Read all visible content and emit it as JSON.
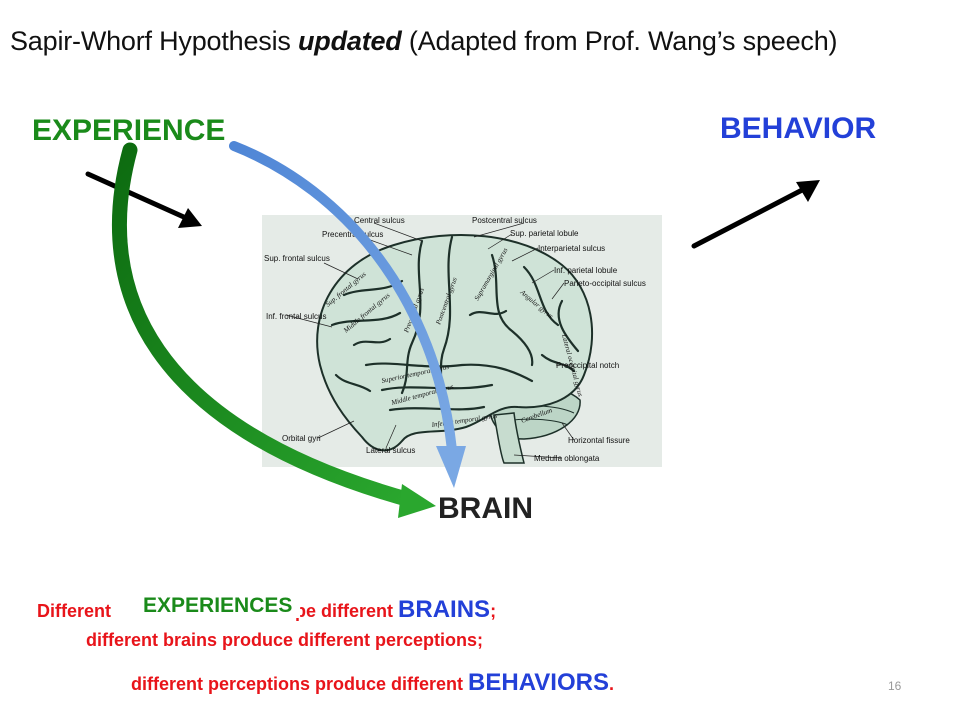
{
  "title": {
    "part1": "Sapir-Whorf  Hypothesis ",
    "emphasis": "updated",
    "part2": "  (Adapted from Prof. Wang’s speech)"
  },
  "labels": {
    "experience": "EXPERIENCE",
    "behavior": "BEHAVIOR",
    "brain": "BRAIN"
  },
  "brain_figure": {
    "labels": [
      "Central sulcus",
      "Postcentral sulcus",
      "Precentral sulcus",
      "Sup. parietal lobule",
      "Interparietal sulcus",
      "Sup. frontal sulcus",
      "Inf. parietal lobule",
      "Parieto-occipital sulcus",
      "Inf. frontal sulcus",
      "Preoccipital notch",
      "Orbital gyri",
      "Horizontal fissure",
      "Lateral sulcus",
      "Medulla oblongata"
    ],
    "gyri": [
      "Sup. frontal gyrus",
      "Middle frontal gyrus",
      "Precentral gyrus",
      "Postcentral gyrus",
      "Supramarginal gyrus",
      "Angular gyrus",
      "Superior temporal gyrus",
      "Middle temporal gyrus",
      "Inferior temporal gyrus",
      "Lateral occipital gyrus",
      "Cerebellum"
    ]
  },
  "statements": {
    "line1_start": "Different",
    "line1_mid": " shape different ",
    "line1_key": "BRAINS",
    "line1_end": ";",
    "line2": "different brains produce different perceptions;",
    "line3_start": "different perceptions produce different ",
    "line3_key": "BEHAVIORS",
    "line3_end": ".",
    "overlay_word": "EXPERIENCES"
  },
  "page_number": "16",
  "colors": {
    "green": "#1a8a1a",
    "blue": "#2340d8",
    "red": "#e8141a",
    "curve_blue": "#5b8fd6"
  }
}
